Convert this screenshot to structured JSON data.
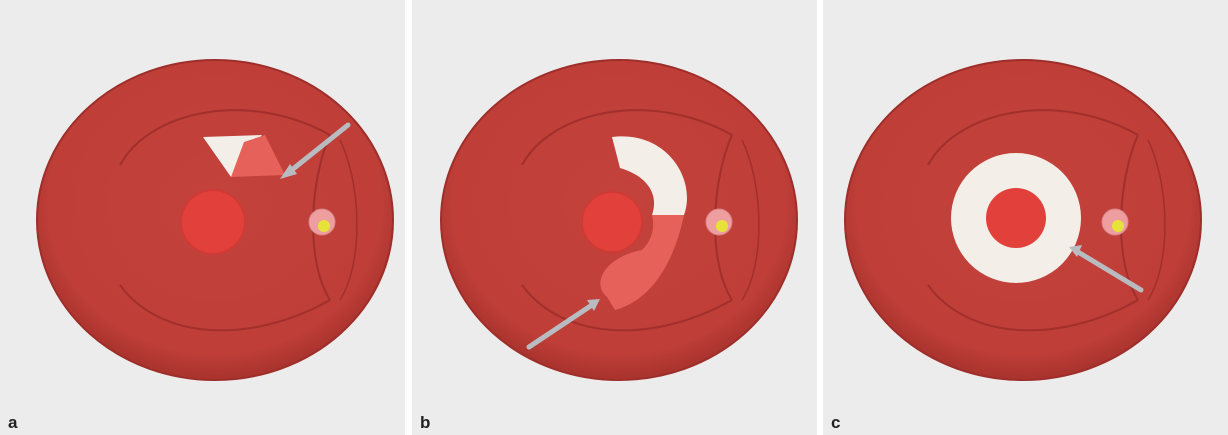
{
  "panels": [
    {
      "label": "a"
    },
    {
      "label": "b"
    },
    {
      "label": "c"
    }
  ],
  "colors": {
    "background": "#ececec",
    "globe": "#c1403a",
    "globe_edge": "#a8322d",
    "vessel": "#a12f2b",
    "macula": "#e2403b",
    "defect_white": "#f3efe8",
    "defect_pink": "#e7615b",
    "arrow": "#b8bcc0",
    "optic_disc_yellow": "#e6e23a",
    "optic_disc_pink": "#ef9ea0"
  }
}
